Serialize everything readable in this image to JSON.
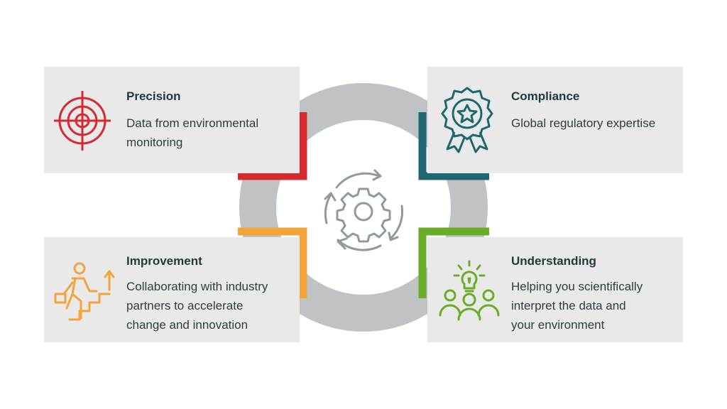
{
  "colors": {
    "precision": "#d42a30",
    "compliance": "#1e6670",
    "improvement": "#f2a33a",
    "understanding": "#6aab28",
    "ring": "#bfc3c6",
    "card": "#e9e9e9",
    "center_icon": "#8e9aa0"
  },
  "cards": [
    {
      "key": "precision",
      "title": "Precision",
      "lines": [
        "Data from environmental",
        "monitoring"
      ],
      "icon": "target-icon"
    },
    {
      "key": "compliance",
      "title": "Compliance",
      "lines": [
        "Global regulatory expertise"
      ],
      "icon": "award-rosette-icon"
    },
    {
      "key": "improvement",
      "title": "Improvement",
      "lines": [
        "Collaborating with industry",
        "partners to accelerate",
        "change and innovation"
      ],
      "icon": "climbing-stairs-icon"
    },
    {
      "key": "understanding",
      "title": "Understanding",
      "lines": [
        "Helping you scientifically",
        "interpret the data and",
        "your environment"
      ],
      "icon": "team-idea-icon"
    }
  ],
  "center": {
    "icon": "gear-cycle-icon"
  }
}
